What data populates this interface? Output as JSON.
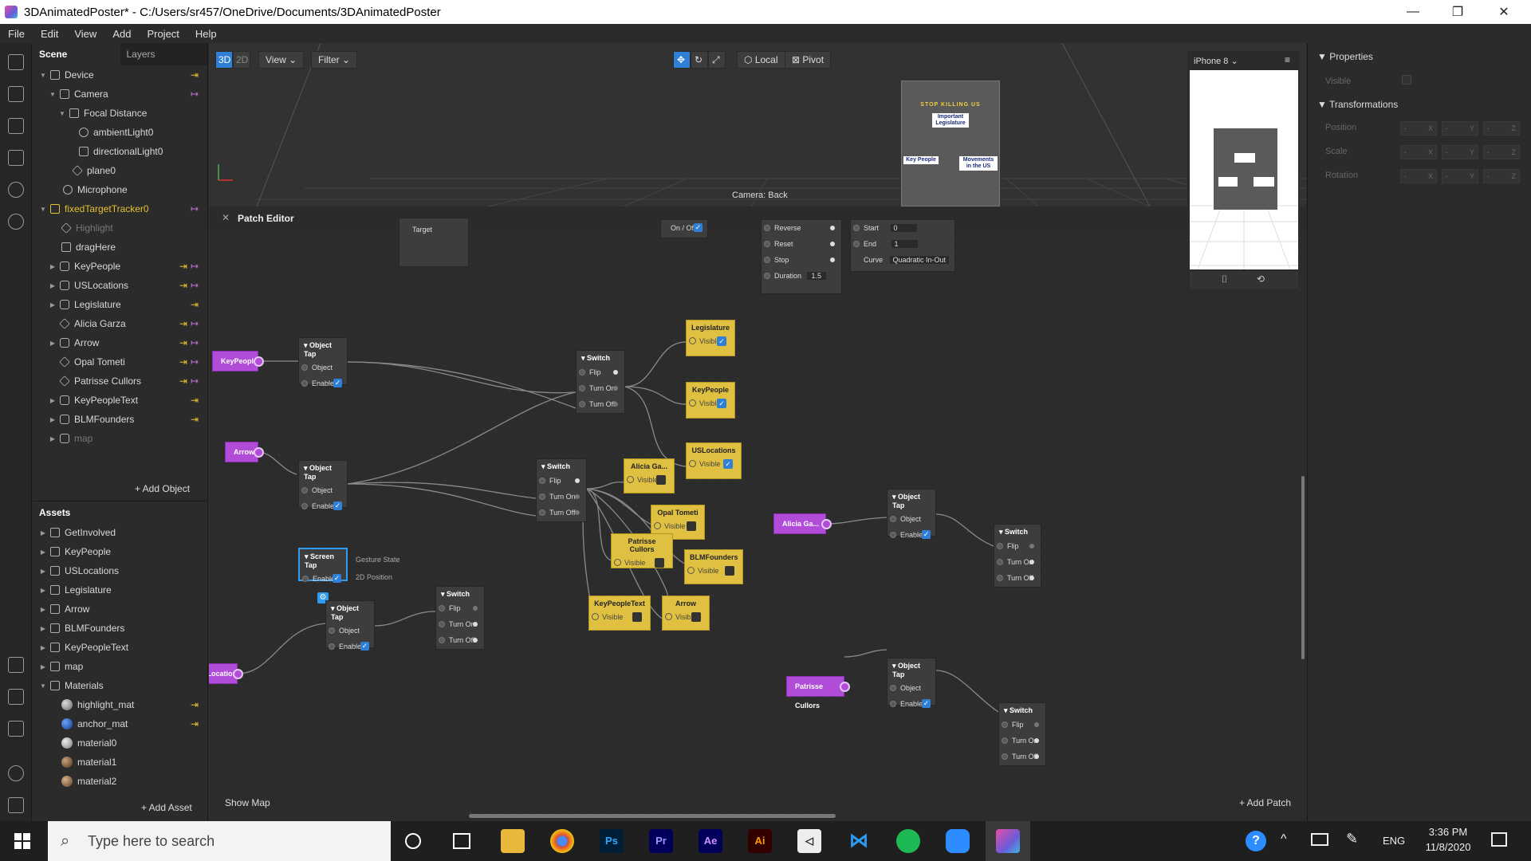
{
  "window": {
    "title": "3DAnimatedPoster* - C:/Users/sr457/OneDrive/Documents/3DAnimatedPoster",
    "minimize": "—",
    "maximize": "❐",
    "close": "✕"
  },
  "menu": [
    "File",
    "Edit",
    "View",
    "Add",
    "Project",
    "Help"
  ],
  "scene_panel": {
    "tabs": [
      "Scene",
      "Layers"
    ],
    "tree": [
      {
        "label": "Device"
      },
      {
        "label": "Camera"
      },
      {
        "label": "Focal Distance"
      },
      {
        "label": "ambientLight0"
      },
      {
        "label": "directionalLight0"
      },
      {
        "label": "plane0"
      },
      {
        "label": "Microphone"
      },
      {
        "label": "fixedTargetTracker0"
      },
      {
        "label": "Highlight"
      },
      {
        "label": "dragHere"
      },
      {
        "label": "KeyPeople"
      },
      {
        "label": "USLocations"
      },
      {
        "label": "Legislature"
      },
      {
        "label": "Alicia Garza"
      },
      {
        "label": "Arrow"
      },
      {
        "label": "Opal Tometi"
      },
      {
        "label": "Patrisse Cullors"
      },
      {
        "label": "KeyPeopleText"
      },
      {
        "label": "BLMFounders"
      },
      {
        "label": "map"
      }
    ],
    "add_object": "+ Add Object",
    "assets_title": "Assets",
    "assets": [
      {
        "label": "GetInvolved"
      },
      {
        "label": "KeyPeople"
      },
      {
        "label": "USLocations"
      },
      {
        "label": "Legislature"
      },
      {
        "label": "Arrow"
      },
      {
        "label": "BLMFounders"
      },
      {
        "label": "KeyPeopleText"
      },
      {
        "label": "map"
      },
      {
        "label": "Materials"
      },
      {
        "label": "highlight_mat"
      },
      {
        "label": "anchor_mat"
      },
      {
        "label": "material0"
      },
      {
        "label": "material1"
      },
      {
        "label": "material2"
      }
    ],
    "add_asset": "+ Add Asset"
  },
  "viewport": {
    "mode_3d": "3D",
    "mode_2d": "2D",
    "view": "View",
    "filter": "Filter",
    "local": "Local",
    "pivot": "Pivot",
    "camera_label": "Camera: Back",
    "poster_title": "STOP KILLING US",
    "poster_notes": [
      "Important Legislature",
      "Key People",
      "Movements in the US"
    ]
  },
  "simulator": {
    "device": "iPhone 8"
  },
  "patch_editor": {
    "title": "Patch Editor",
    "show_map": "Show Map",
    "add_patch": "+ Add Patch",
    "target": "Target",
    "onoff": "On / Off",
    "anim": {
      "reverse": "Reverse",
      "reset": "Reset",
      "stop": "Stop",
      "duration": "Duration",
      "duration_val": "1.5",
      "start": "Start",
      "start_val": "0",
      "end": "End",
      "end_val": "1",
      "curve": "Curve",
      "curve_val": "Quadratic In-Out"
    },
    "object_tap": "Object Tap",
    "object": "Object",
    "enabled": "Enabled",
    "switch": "Switch",
    "flip": "Flip",
    "turn_on": "Turn On",
    "turn_off": "Turn Off",
    "visible": "Visible",
    "screen_tap": "Screen Tap",
    "gesture_state": "Gesture State",
    "position_2d": "2D Position",
    "purple_nodes": {
      "keypeople": "KeyPeople",
      "arrow": "Arrow",
      "uslocations": "USLocations",
      "alicia": "Alicia Ga...",
      "patrisse": "Patrisse Cullors"
    },
    "yellow_nodes": {
      "legislature": "Legislature",
      "keypeople": "KeyPeople",
      "uslocations": "USLocations",
      "alicia": "Alicia Ga...",
      "opal": "Opal Tometi",
      "patrisse": "Patrisse Cullors",
      "blm": "BLMFounders",
      "keypeopletext": "KeyPeopleText",
      "arrow": "Arrow"
    }
  },
  "properties": {
    "title": "Properties",
    "visible": "Visible",
    "transformations": "Transformations",
    "position": "Position",
    "scale": "Scale",
    "rotation": "Rotation",
    "x": "X",
    "y": "Y",
    "z": "Z",
    "dash": "-"
  },
  "taskbar": {
    "search_placeholder": "Type here to search",
    "apps": [
      "Ps",
      "Pr",
      "Ae",
      "Ai"
    ],
    "lang": "ENG",
    "time": "3:36 PM",
    "date": "11/8/2020"
  }
}
